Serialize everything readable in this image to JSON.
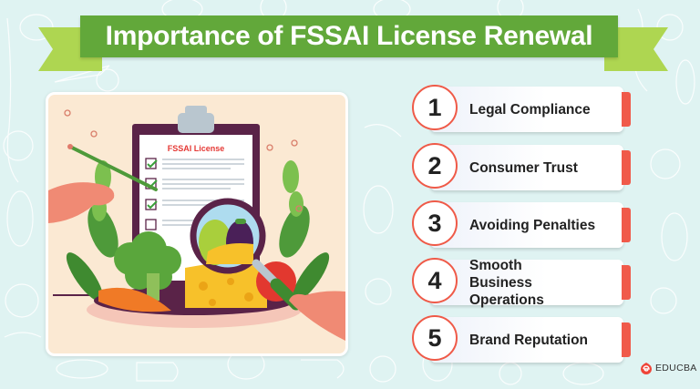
{
  "title": "Importance of FSSAI License Renewal",
  "illustration": {
    "clipboard_heading": "FSSAI License",
    "checklist": [
      {
        "checked": true
      },
      {
        "checked": true
      },
      {
        "checked": true
      },
      {
        "checked": false
      }
    ]
  },
  "items": [
    {
      "number": "1",
      "label": "Legal Compliance"
    },
    {
      "number": "2",
      "label": "Consumer Trust"
    },
    {
      "number": "3",
      "label": "Avoiding Penalties"
    },
    {
      "number": "4",
      "label": "Smooth Business Operations"
    },
    {
      "number": "5",
      "label": "Brand Reputation"
    }
  ],
  "brand": {
    "logo_text": "EDUCBA"
  },
  "colors": {
    "background": "#dff3f2",
    "banner": "#62a83a",
    "ribbon": "#aed651",
    "accent_red": "#f05a4a",
    "card_bg": "#fbe9d3",
    "clipboard": "#5a2348"
  }
}
